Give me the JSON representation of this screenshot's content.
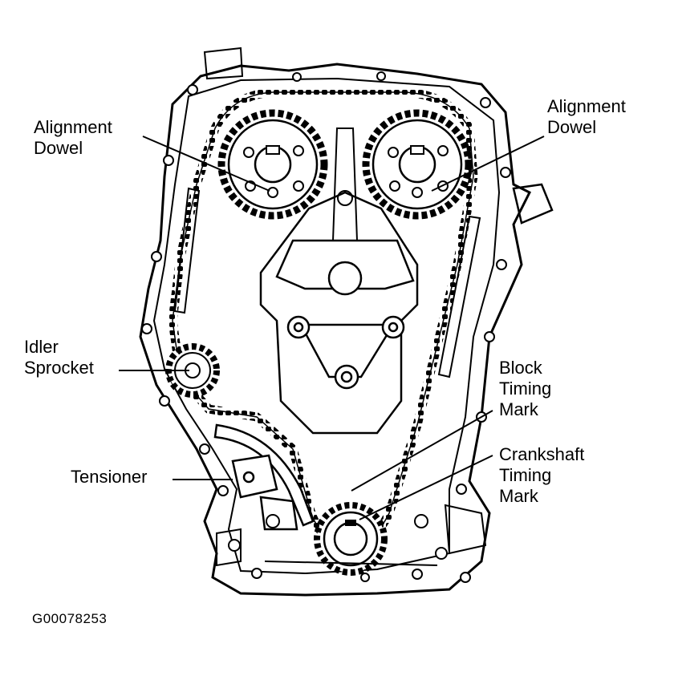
{
  "diagram": {
    "labels": {
      "alignment_dowel_left": [
        "Alignment",
        "Dowel"
      ],
      "alignment_dowel_right": [
        "Alignment",
        "Dowel"
      ],
      "idler_sprocket": [
        "Idler",
        "Sprocket"
      ],
      "tensioner": [
        "Tensioner"
      ],
      "block_timing_mark": [
        "Block",
        "Timing",
        "Mark"
      ],
      "crankshaft_timing_mark": [
        "Crankshaft",
        "Timing",
        "Mark"
      ]
    },
    "figure_id": "G00078253"
  }
}
